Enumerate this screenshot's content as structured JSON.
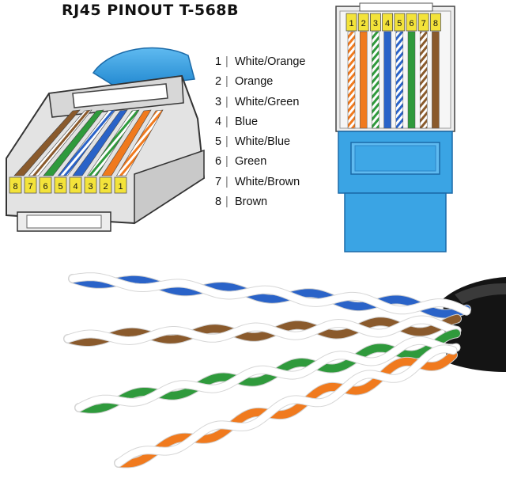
{
  "title": "RJ45 PINOUT  T-568B",
  "pins": [
    {
      "number": "1",
      "label": "White/Orange"
    },
    {
      "number": "2",
      "label": "Orange"
    },
    {
      "number": "3",
      "label": "White/Green"
    },
    {
      "number": "4",
      "label": "Blue"
    },
    {
      "number": "5",
      "label": "White/Blue"
    },
    {
      "number": "6",
      "label": "Green"
    },
    {
      "number": "7",
      "label": "White/Brown"
    },
    {
      "number": "8",
      "label": "Brown"
    }
  ],
  "wire_colors": {
    "orange": "#f07a1e",
    "green": "#2f9a3c",
    "blue": "#2a63c8",
    "brown": "#8a5a2c",
    "white": "#ffffff"
  },
  "boot_color": "#3aa4e4",
  "contact_color": "#f3e33a",
  "jacket_color": "#141414"
}
